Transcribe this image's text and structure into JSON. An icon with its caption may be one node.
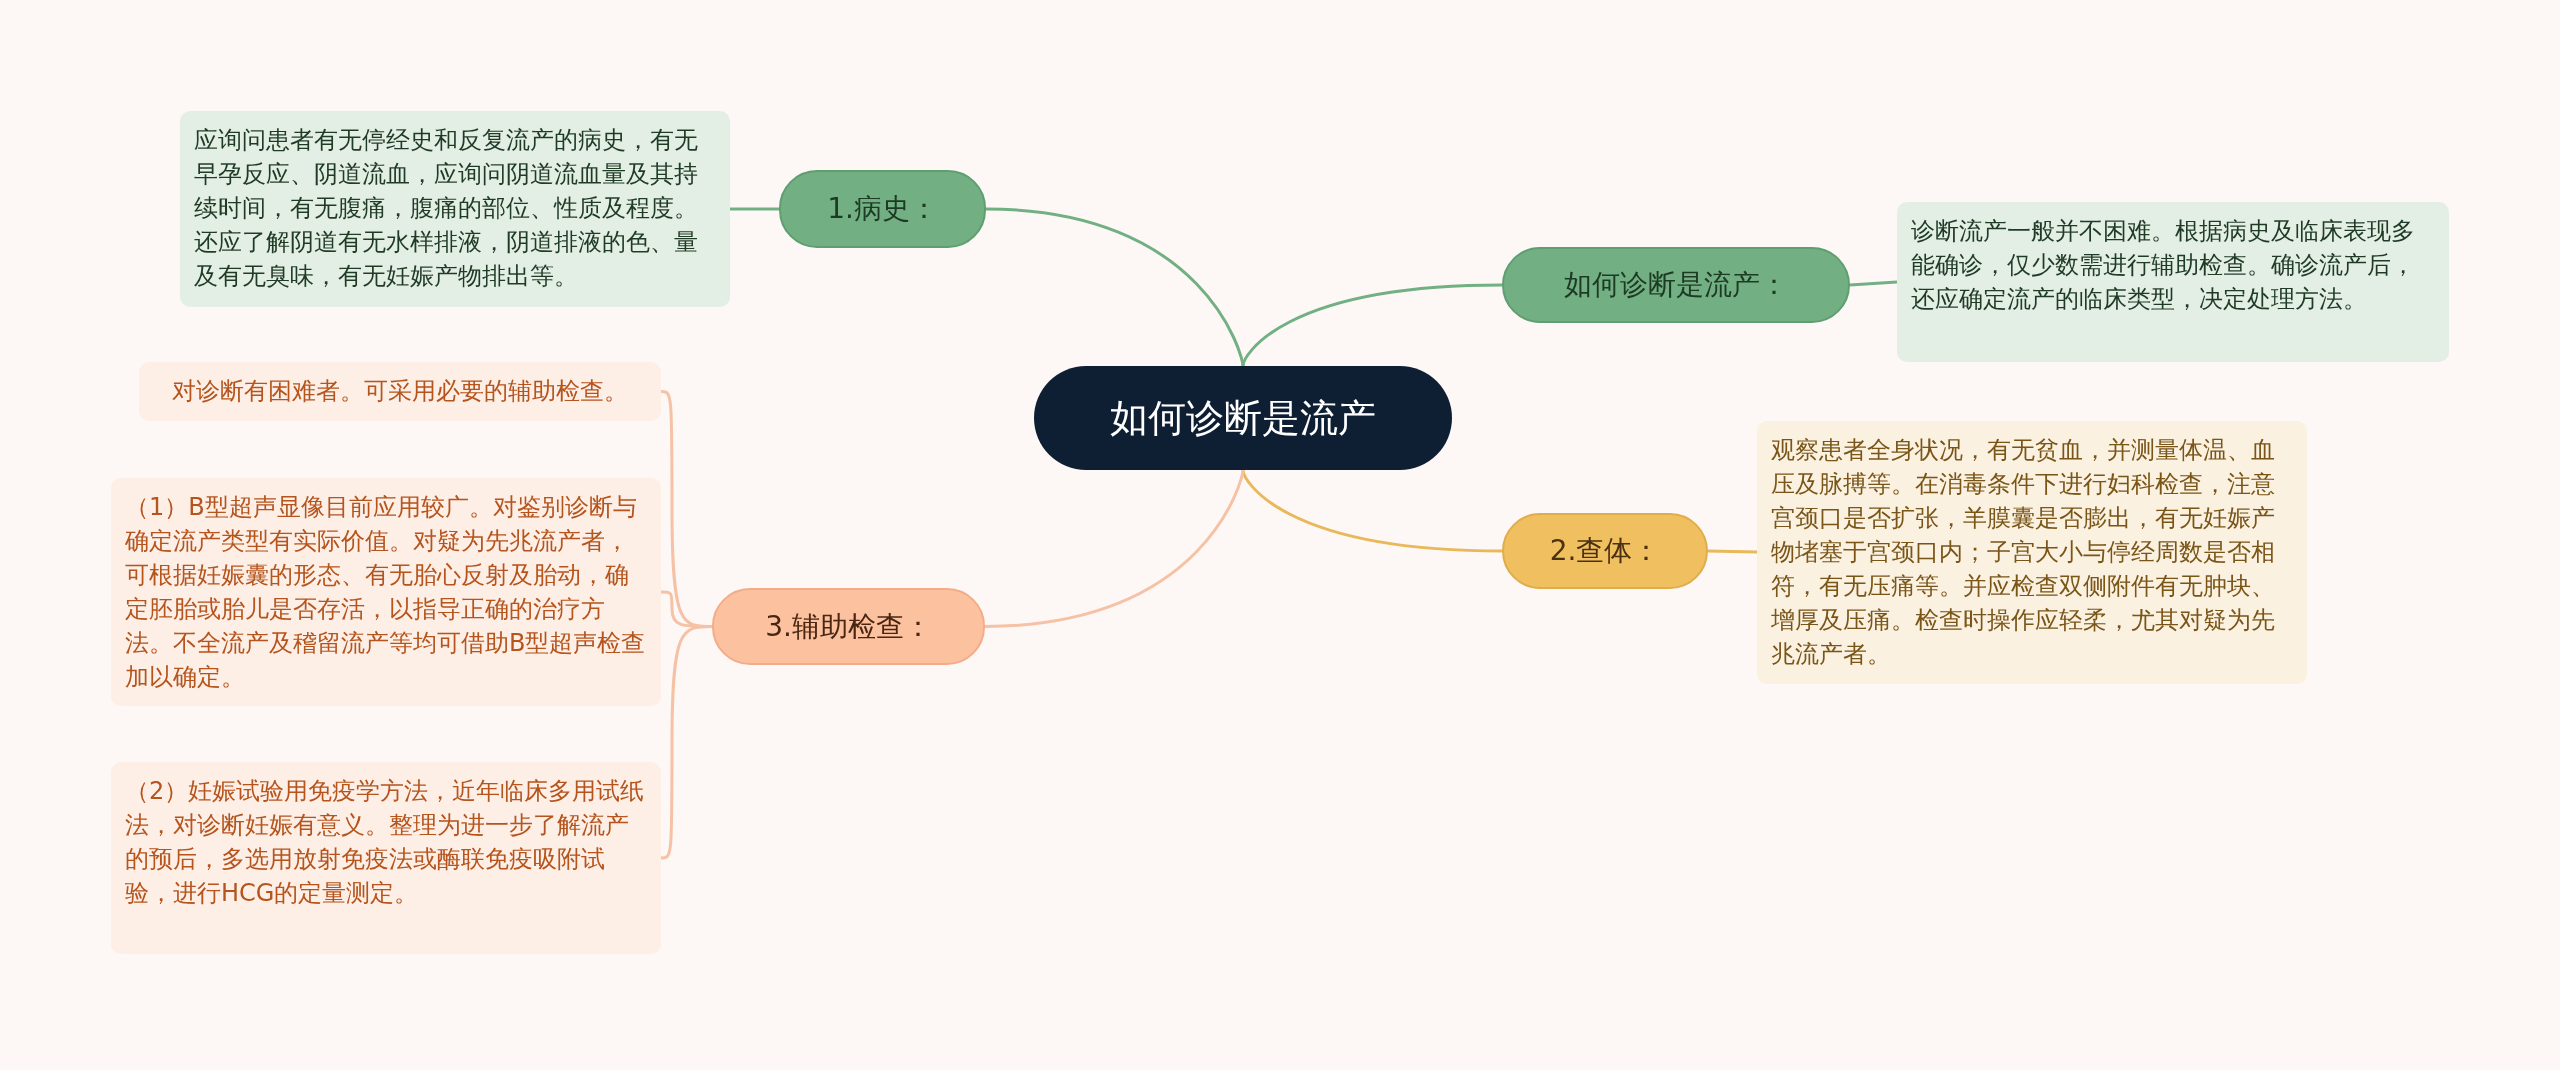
{
  "diagram": {
    "nodes": [
      {
        "text": [
          "如何诊断是流产"
        ]
      },
      {
        "text": [
          "如何诊断是流产："
        ]
      },
      {
        "text": [
          "诊断流产一般并不困难。根据病史及临床表现多能确诊，仅少数需进行辅助检查。确诊流产后，还应确定流产的临床类型，决定处理方法。"
        ]
      },
      {
        "text": [
          "1.病史："
        ]
      },
      {
        "text": [
          "应询问患者有无停经史和反复流产的病史，有无早孕反应、阴道流血，应询问阴道流血量及其持续时间，有无腹痛，腹痛的部位、性质及程度。还应了解阴道有无水样排液，阴道排液的色、量及有无臭味，有无妊娠产物排出等。"
        ]
      },
      {
        "text": [
          "2.查体："
        ]
      },
      {
        "text": [
          "观察患者全身状况，有无贫血，并测量体温、血压及脉搏等。在消毒条件下进行妇科检查，注意宫颈口是否扩张，羊膜囊是否膨出，有无妊娠产物堵塞于宫颈口内；子宫大小与停经周数是否相符，有无压痛等。并应检查双侧附件有无肿块、增厚及压痛。检查时操作应轻柔，尤其对疑为先兆流产者。"
        ]
      },
      {
        "text": [
          "3.辅助检查："
        ]
      },
      {
        "text": [
          "对诊断有困难者。可采用必要的辅助检查。"
        ]
      },
      {
        "text": [
          "（1）B型超声显像目前应用较广。对鉴别诊断与确定流产类型有实际价值。对疑为先兆流产者，可根据妊娠囊的形态、有无胎心反射及胎动，确定胚胎或胎儿是否存活，以指导正确的治疗方法。不全流产及稽留流产等均可借助B型超声检查加以确定。"
        ]
      },
      {
        "text": [
          "（2）妊娠试验用免疫学方法，近年临床多用试纸法，对诊断妊娠有意义。整理为进一步了解流产的预后，多选用放射免疫法或酶联免疫吸附试验，进行HCG的定量测定。"
        ]
      }
    ],
    "edges": [
      {
        "from": 0,
        "to": 1,
        "arrow": "none"
      },
      {
        "from": 1,
        "to": 2,
        "arrow": "none"
      },
      {
        "from": 0,
        "to": 3,
        "arrow": "none"
      },
      {
        "from": 3,
        "to": 4,
        "arrow": "none"
      },
      {
        "from": 0,
        "to": 5,
        "arrow": "none",
        "color": "#e8b85a"
      },
      {
        "from": 5,
        "to": 6,
        "arrow": "none",
        "color": "#e8b85a"
      },
      {
        "from": 0,
        "to": 7,
        "arrow": "none",
        "color": "#f5c2a6"
      },
      {
        "from": 7,
        "to": 8,
        "arrow": "none",
        "color": "#f5c2a6"
      },
      {
        "from": 7,
        "to": 9,
        "arrow": "none",
        "color": "#f5c2a6"
      },
      {
        "from": 7,
        "to": 10,
        "arrow": "none",
        "color": "#f5c2a6"
      }
    ]
  }
}
